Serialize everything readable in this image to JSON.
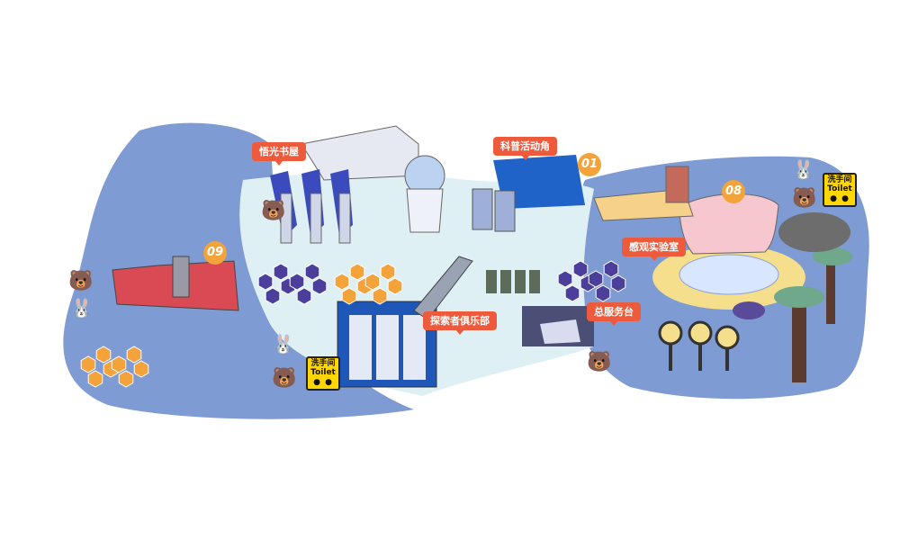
{
  "map": {
    "labels": {
      "science_house": "悟光书屋",
      "science_activity": "科普活动角",
      "explorer_club": "探索者俱乐部",
      "service_desk": "总服务台",
      "lab": "感观实验室"
    },
    "zone_numbers": {
      "zone_01": "01",
      "zone_08": "08",
      "zone_09": "09"
    },
    "toilet": {
      "cn": "洗手间",
      "en": "Toilet"
    },
    "colors": {
      "outer_zone": "#7f9bd3",
      "inner_zone": "#dff0f5",
      "tag": "#ee5b3c",
      "hex_purple": "#4b3f9b",
      "hex_orange": "#f4a23a",
      "toilet_bg": "#ffd600"
    }
  }
}
